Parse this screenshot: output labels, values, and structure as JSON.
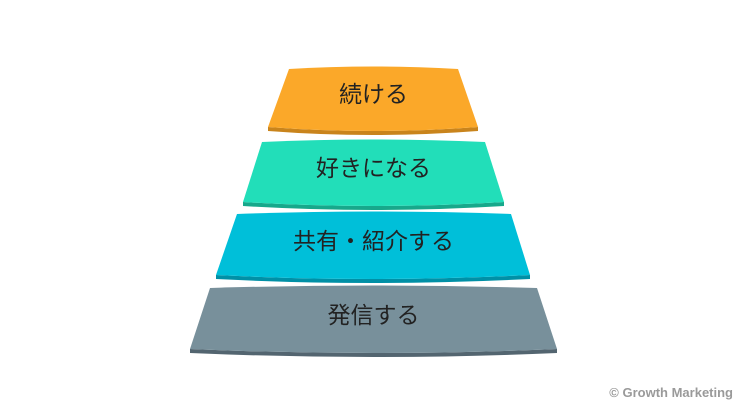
{
  "pyramid": {
    "tiers": [
      {
        "label": "続ける",
        "color": "#FBA829",
        "edge": "#C9841C"
      },
      {
        "label": "好きになる",
        "color": "#22DEB9",
        "edge": "#17A88B"
      },
      {
        "label": "共有・紹介する",
        "color": "#00BFD9",
        "edge": "#0090A6"
      },
      {
        "label": "発信する",
        "color": "#78909B",
        "edge": "#536570"
      }
    ]
  },
  "credit": "© Growth Marketing"
}
